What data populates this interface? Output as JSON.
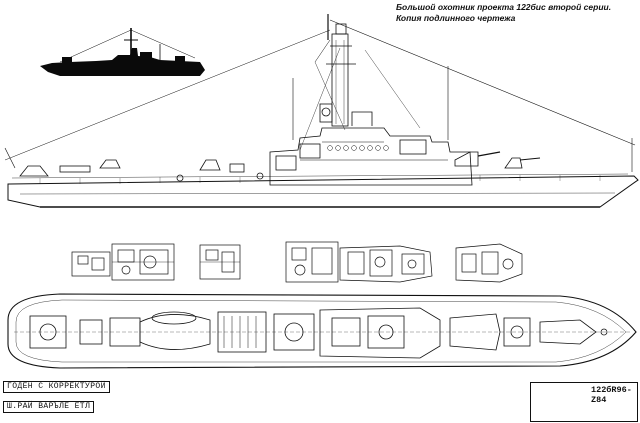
{
  "caption": {
    "line1": "Большой охотник проекта 122бис второй серии.",
    "line2": "Копия подлинного чертежа"
  },
  "stamps": {
    "approval": "ГОДЕН С КОРРЕКТУРОЙ",
    "second": "Ш.РАЙ ВАРЪЛЕ ЕТЛ"
  },
  "title_block": {
    "code": "122бR96-Z84"
  },
  "colors": {
    "ink": "#111111",
    "paper": "#ffffff",
    "silhouette": "#0a0a0a"
  }
}
